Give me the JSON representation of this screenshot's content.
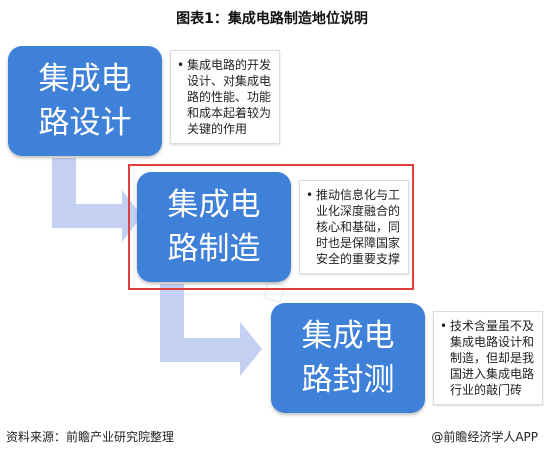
{
  "title": "图表1：集成电路制造地位说明",
  "colors": {
    "stage_fill": "#3f80d8",
    "arrow_fill": "#c4d0f2",
    "highlight_border": "#e0403c"
  },
  "stages": [
    {
      "label": "集成电\n路设计",
      "description": "集成电路的开发设计、对集成电路的性能、功能和成本起着较为关键的作用"
    },
    {
      "label": "集成电\n路制造",
      "description": "推动信息化与工业化深度融合的核心和基础，同时也是保障国家安全的重要支撑"
    },
    {
      "label": "集成电\n路封测",
      "description": "技术含量虽不及集成电路设计和制造，但却是我国进入集成电路行业的敲门砖"
    }
  ],
  "footer": {
    "source": "资料来源：前瞻产业研究院整理",
    "brand": "@前瞻经济学人APP"
  }
}
